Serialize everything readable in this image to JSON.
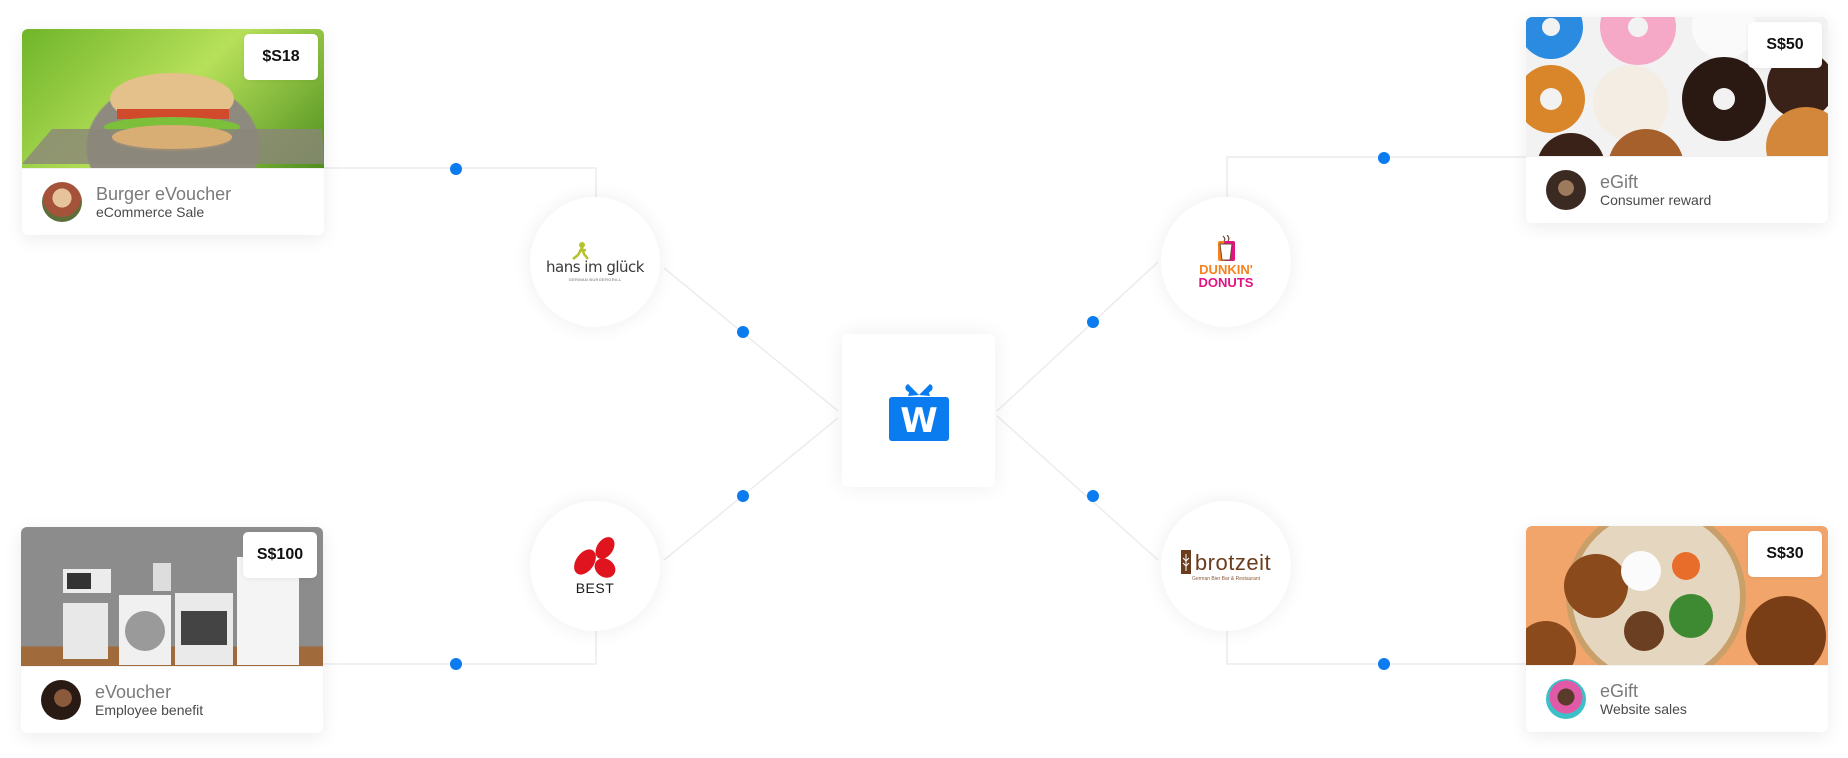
{
  "colors": {
    "accent": "#0a7cf0",
    "line": "#ececec"
  },
  "center": {
    "logo_icon": "gift-w-logo-icon",
    "logo_letter": "W"
  },
  "brands": [
    {
      "id": "hans-im-glueck",
      "name": "hans im glück",
      "tagline": "GERMAN BURGERGRILL",
      "color": "#3a3a3a",
      "accent": "#b5c22b"
    },
    {
      "id": "best",
      "name": "BEST",
      "color": "#1a1a1a",
      "accent": "#e0141e"
    },
    {
      "id": "dunkin-donuts",
      "name_line1": "DUNKIN'",
      "name_line2": "DONUTS",
      "color1": "#f5821f",
      "color2": "#e11383"
    },
    {
      "id": "brotzeit",
      "name": "brotzeit",
      "tagline": "German Bier Bar & Restaurant",
      "color": "#6b3d1e"
    }
  ],
  "cards": [
    {
      "id": "top-left",
      "price": "$S18",
      "title": "Burger eVoucher",
      "subtitle": "eCommerce Sale",
      "image": "burger-photo"
    },
    {
      "id": "bottom-left",
      "price": "S$100",
      "title": "eVoucher",
      "subtitle": "Employee benefit",
      "image": "appliances-photo"
    },
    {
      "id": "top-right",
      "price": "S$50",
      "title": "eGift",
      "subtitle": "Consumer reward",
      "image": "donuts-photo"
    },
    {
      "id": "bottom-right",
      "price": "S$30",
      "title": "eGift",
      "subtitle": "Website sales",
      "image": "pretzel-platter-photo"
    }
  ]
}
